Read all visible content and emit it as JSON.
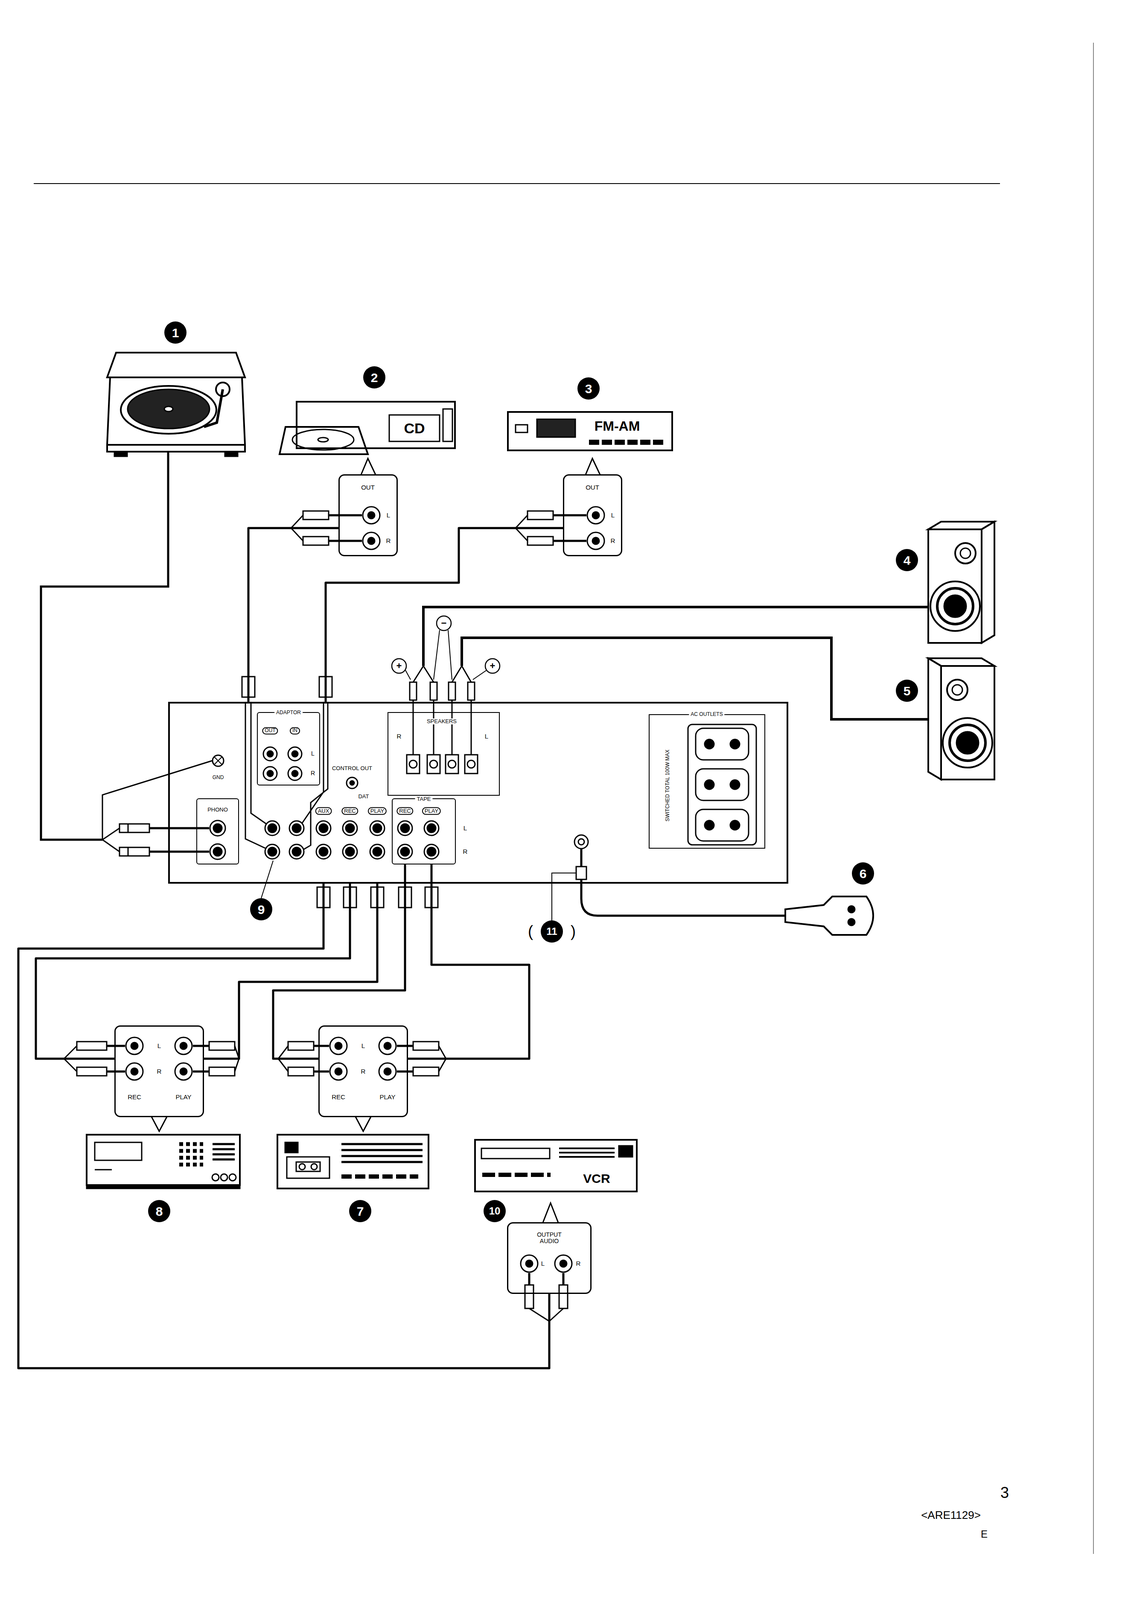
{
  "diagram": {
    "nodes": [
      {
        "text": [
          "CD"
        ]
      },
      {
        "text": [
          "FM-AM"
        ]
      },
      {
        "text": [
          "OUT",
          "L",
          "R"
        ]
      },
      {
        "text": [
          "OUT",
          "L",
          "R"
        ]
      },
      {
        "text": [
          "CONTROL OUT",
          "GND",
          "AUX",
          "DAT",
          "REC",
          "PLAY",
          "L",
          "R"
        ]
      },
      {
        "text": [
          "ADAPTOR",
          "OUT",
          "IN",
          "L",
          "R"
        ],
        "in": 4
      },
      {
        "text": [
          "SPEAKERS",
          "R",
          "L"
        ],
        "in": 4
      },
      {
        "text": [
          "AC OUTLETS",
          "SWITCHED TOTAL 100W MAX"
        ],
        "in": 4
      },
      {
        "text": [
          "PHONO"
        ],
        "in": 4
      },
      {
        "text": [
          "TAPE",
          "REC",
          "PLAY"
        ],
        "in": 4
      },
      {
        "text": [
          "L",
          "R",
          "REC",
          "PLAY"
        ]
      },
      {
        "text": [
          "L",
          "R",
          "REC",
          "PLAY"
        ]
      },
      {
        "text": [
          "VCR"
        ]
      },
      {
        "text": [
          "OUTPUT AUDIO",
          "L",
          "R"
        ]
      }
    ],
    "edges": [
      {
        "from": 2,
        "to": 4,
        "arrow": "none"
      },
      {
        "from": 3,
        "to": 4,
        "arrow": "none"
      },
      {
        "from": 4,
        "to": 10,
        "arrow": "none"
      },
      {
        "from": 10,
        "to": 4,
        "arrow": "none"
      },
      {
        "from": 9,
        "to": 11,
        "arrow": "none"
      },
      {
        "from": 11,
        "to": 9,
        "arrow": "none"
      },
      {
        "from": 13,
        "to": 4,
        "arrow": "none"
      }
    ],
    "labels": [
      "1",
      "2",
      "3",
      "+",
      "−",
      "+",
      "4",
      "5",
      "6",
      "9",
      "(",
      "11",
      ")",
      "8",
      "7",
      "10",
      "3",
      "<ARE1129>",
      "E"
    ]
  }
}
